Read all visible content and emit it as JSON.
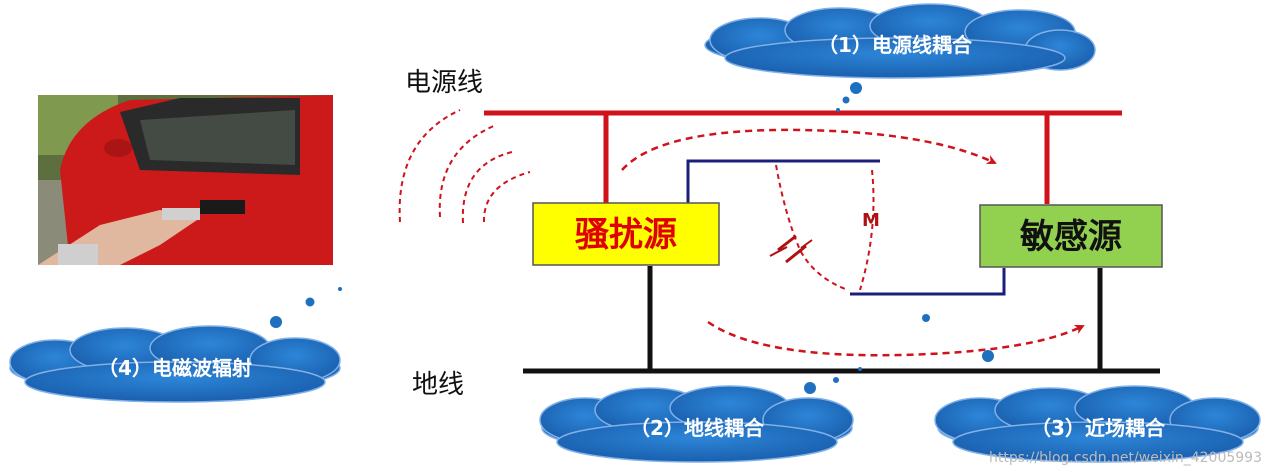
{
  "labels": {
    "power_line": "电源线",
    "ground_line": "地线",
    "source": "骚扰源",
    "victim": "敏感源",
    "mutual": "M"
  },
  "clouds": {
    "c1": "（1）电源线耦合",
    "c2": "（2）地线耦合",
    "c3": "（3）近场耦合",
    "c4": "（4）电磁波辐射"
  },
  "watermark": "https://blog.csdn.net/weixin_42005993",
  "colors": {
    "power": "#d0121b",
    "ground": "#111111",
    "signal": "#1b1f7a",
    "source_fill": "#ffff00",
    "source_text": "#e00000",
    "victim_fill": "#92d050",
    "cloud": "#1f6fc0",
    "cloud_edge": "#7fb0e8",
    "dot": "#1f6fc0"
  }
}
